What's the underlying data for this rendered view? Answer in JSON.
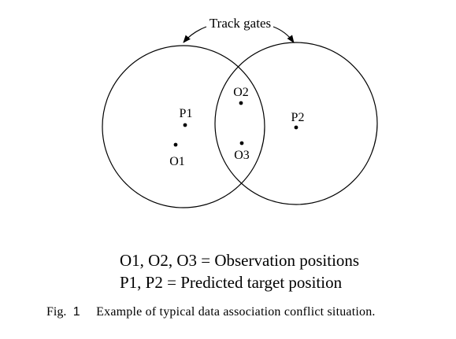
{
  "diagram": {
    "gate_label": "Track gates",
    "points": {
      "p1": "P1",
      "p2": "P2",
      "o1": "O1",
      "o2": "O2",
      "o3": "O3"
    }
  },
  "legend": {
    "line1": "O1, O2, O3 = Observation positions",
    "line2": "P1, P2 = Predicted target position"
  },
  "caption": {
    "prefix": "Fig.",
    "number": "1",
    "text": "Example of typical data association conflict situation."
  }
}
